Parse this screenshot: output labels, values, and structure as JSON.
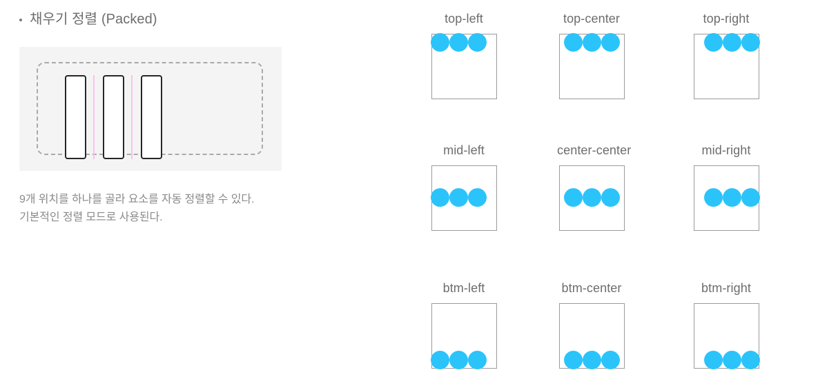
{
  "heading": {
    "bullet_label": "채우기 정렬 (Packed)"
  },
  "packed_illustration": {
    "panel_background": "#f4f4f4",
    "dashed_border_color": "#a9a9a9",
    "rect_border_color": "#262626",
    "divider_color": "#f9c2ee",
    "rect_count": 3,
    "divider_count": 2
  },
  "description": {
    "line1": "9개 위치를 하나를 골라 요소를 자동 정렬할 수 있다.",
    "line2": "기본적인 정렬 모드로 사용된다."
  },
  "alignment_grid": {
    "dot_color": "#2bc4fa",
    "box_border_color": "#9a9a9a",
    "label_color": "#6d6d6d",
    "dots_per_cell": 3,
    "cells": [
      {
        "label": "top-left",
        "vertical": "top",
        "horizontal": "left",
        "row": 0,
        "col": 0
      },
      {
        "label": "top-center",
        "vertical": "top",
        "horizontal": "center",
        "row": 0,
        "col": 1
      },
      {
        "label": "top-right",
        "vertical": "top",
        "horizontal": "right",
        "row": 0,
        "col": 2
      },
      {
        "label": "mid-left",
        "vertical": "middle",
        "horizontal": "left",
        "row": 1,
        "col": 0
      },
      {
        "label": "center-center",
        "vertical": "middle",
        "horizontal": "center",
        "row": 1,
        "col": 1
      },
      {
        "label": "mid-right",
        "vertical": "middle",
        "horizontal": "right",
        "row": 1,
        "col": 2
      },
      {
        "label": "btm-left",
        "vertical": "bottom",
        "horizontal": "left",
        "row": 2,
        "col": 0
      },
      {
        "label": "btm-center",
        "vertical": "bottom",
        "horizontal": "center",
        "row": 2,
        "col": 1
      },
      {
        "label": "btm-right",
        "vertical": "bottom",
        "horizontal": "right",
        "row": 2,
        "col": 2
      }
    ]
  }
}
